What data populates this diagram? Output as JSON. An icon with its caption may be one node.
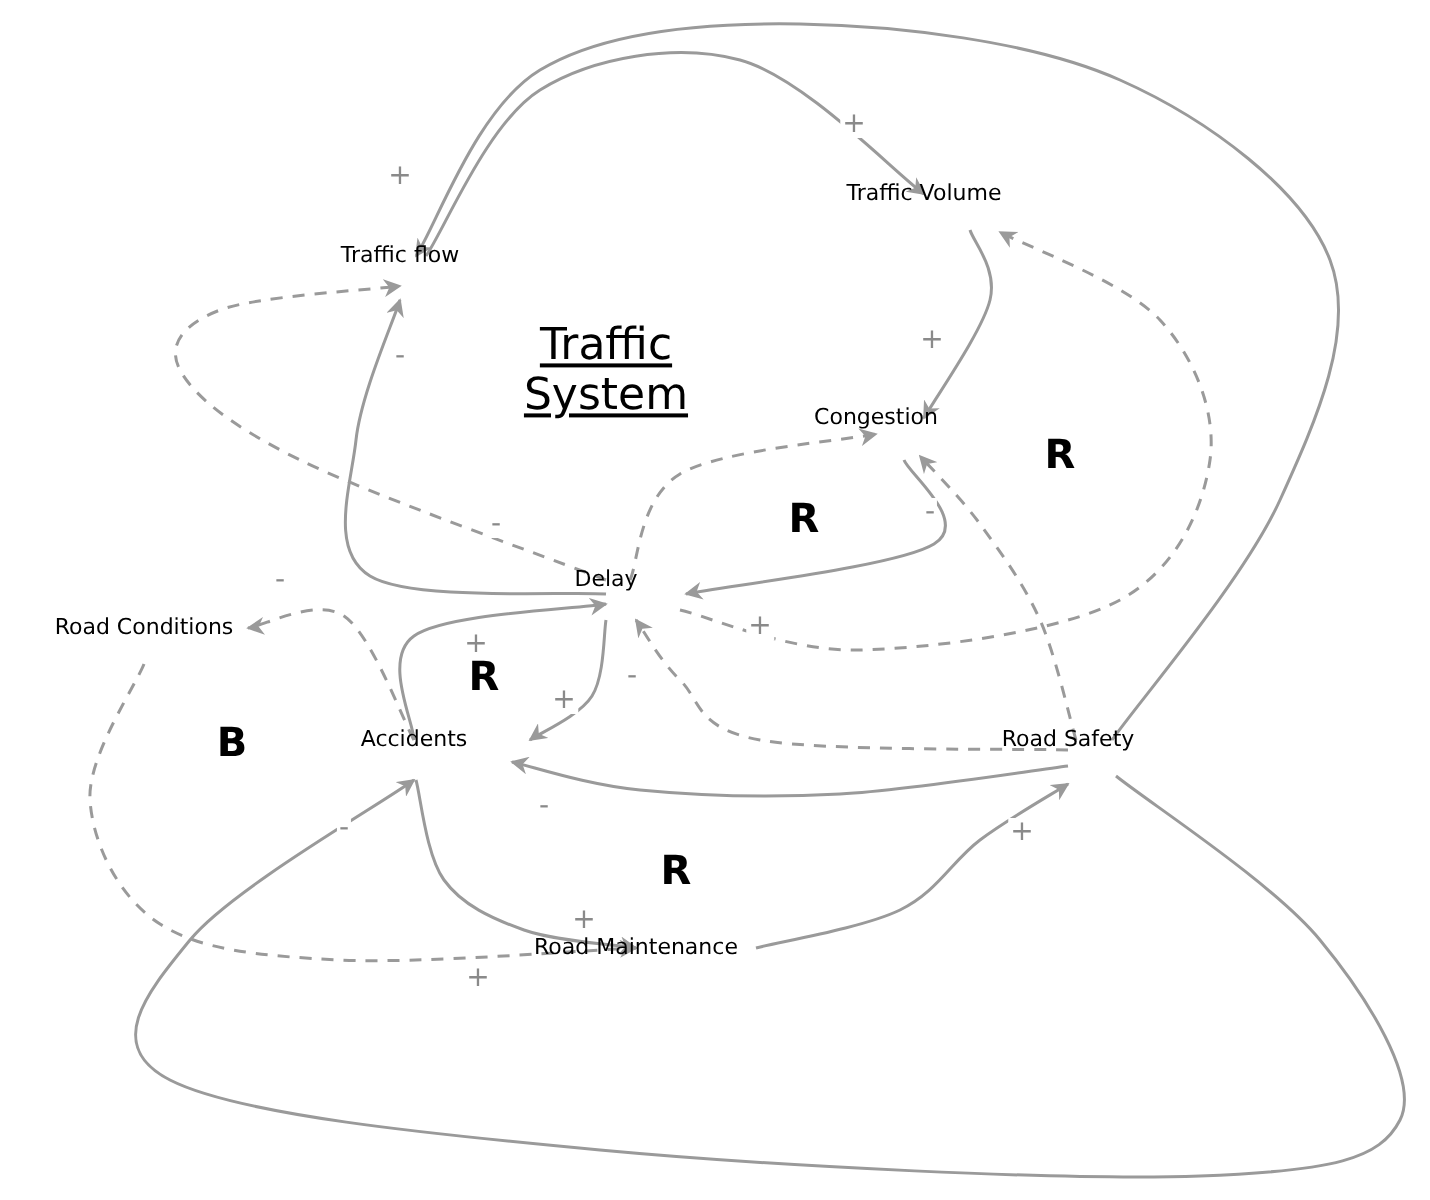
{
  "diagram": {
    "title": "Traffic System",
    "nodes": [
      {
        "text": [
          "Traffic flow"
        ]
      },
      {
        "text": [
          "Traffic Volume"
        ]
      },
      {
        "text": [
          "Congestion"
        ]
      },
      {
        "text": [
          "Delay"
        ]
      },
      {
        "text": [
          "Road Conditions"
        ]
      },
      {
        "text": [
          "Accidents"
        ]
      },
      {
        "text": [
          "Road Safety"
        ]
      },
      {
        "text": [
          "Road Maintenance"
        ]
      }
    ],
    "edges": [
      {
        "from": 0,
        "to": 1,
        "arrow": "to",
        "label": "+"
      },
      {
        "from": 6,
        "to": 0,
        "arrow": "to",
        "label": "+"
      },
      {
        "from": 1,
        "to": 2,
        "arrow": "to",
        "label": "+"
      },
      {
        "from": 2,
        "to": 3,
        "arrow": "to",
        "label": "-"
      },
      {
        "from": 3,
        "to": 2,
        "arrow": "to",
        "style": "dashed"
      },
      {
        "from": 3,
        "to": 0,
        "arrow": "to",
        "label": "-",
        "style": "dashed"
      },
      {
        "from": 3,
        "to": 0,
        "arrow": "to",
        "label": "-"
      },
      {
        "from": 3,
        "to": 1,
        "arrow": "to",
        "label": "+",
        "style": "dashed"
      },
      {
        "from": 6,
        "to": 2,
        "arrow": "to",
        "style": "dashed"
      },
      {
        "from": 6,
        "to": 3,
        "arrow": "to",
        "label": "-",
        "style": "dashed"
      },
      {
        "from": 6,
        "to": 5,
        "arrow": "to",
        "label": "-"
      },
      {
        "from": 6,
        "to": 5,
        "arrow": "to",
        "label": "-"
      },
      {
        "from": 3,
        "to": 5,
        "arrow": "to",
        "label": "+"
      },
      {
        "from": 5,
        "to": 3,
        "arrow": "to",
        "label": "+"
      },
      {
        "from": 5,
        "to": 4,
        "arrow": "to",
        "label": "-",
        "style": "dashed"
      },
      {
        "from": 4,
        "to": 7,
        "arrow": "to",
        "label": "+",
        "style": "dashed"
      },
      {
        "from": 5,
        "to": 7,
        "arrow": "to",
        "label": "+"
      },
      {
        "from": 7,
        "to": 6,
        "arrow": "to",
        "label": "+"
      }
    ],
    "labels": [
      "R",
      "R",
      "R",
      "B",
      "R"
    ]
  }
}
